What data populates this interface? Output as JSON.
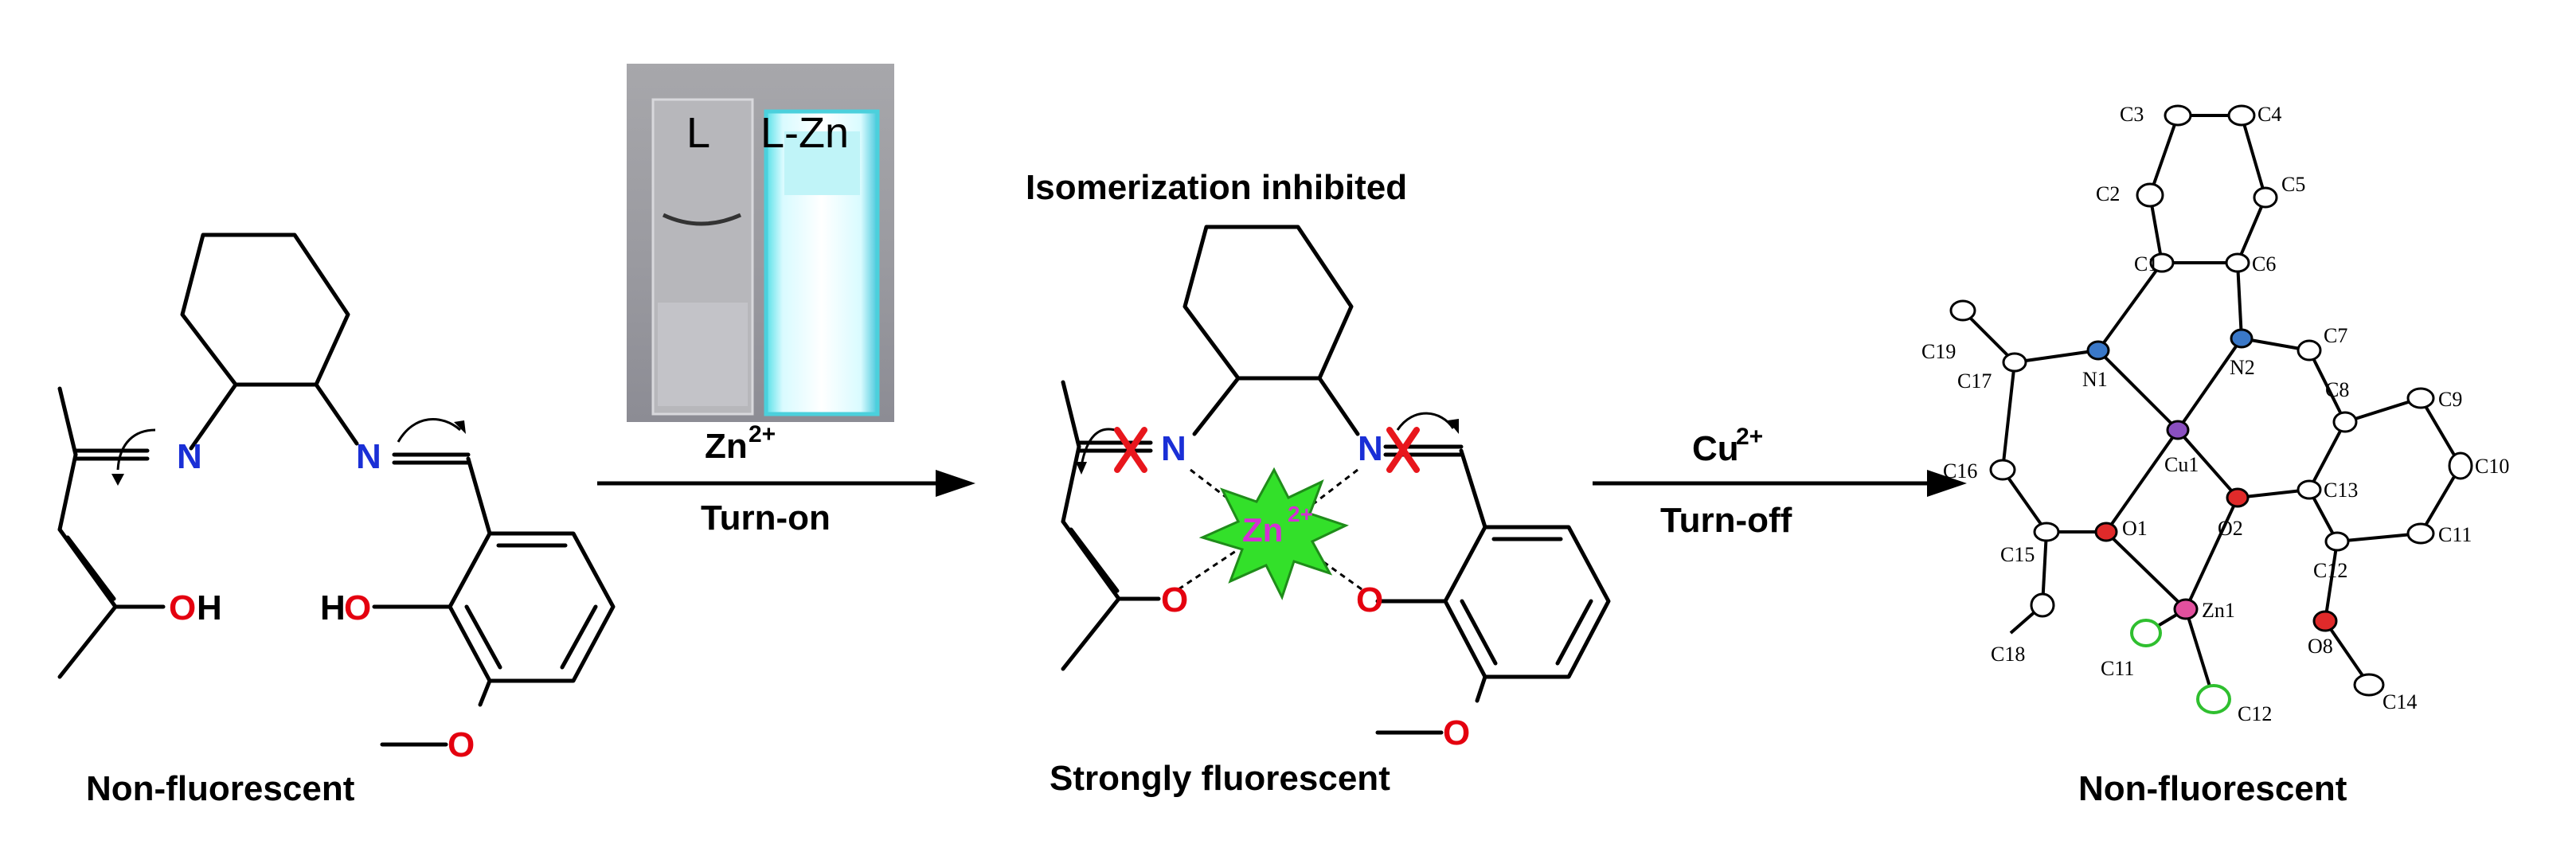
{
  "left_structure": {
    "atoms": {
      "n1": "N",
      "n2": "N",
      "oh1": "O",
      "oh1_h": "H",
      "ho2_h": "H",
      "ho2": "O",
      "ome": "O"
    },
    "caption": "Non-fluorescent"
  },
  "photo": {
    "label_left": "L",
    "label_right": "L-Zn"
  },
  "arrow1": {
    "reagent": "Zn",
    "reagent_charge": "2+",
    "condition": "Turn-on"
  },
  "middle_structure": {
    "title": "Isomerization inhibited",
    "metal": "Zn",
    "metal_charge": "2+",
    "atoms": {
      "n1": "N",
      "n2": "N",
      "o1": "O",
      "o2": "O",
      "ome": "O"
    },
    "caption": "Strongly fluorescent"
  },
  "arrow2": {
    "reagent": "Cu",
    "reagent_charge": "2+",
    "condition": "Turn-off"
  },
  "crystal_structure": {
    "labels": {
      "c1": "C1",
      "c2": "C2",
      "c3": "C3",
      "c4": "C4",
      "c5": "C5",
      "c6": "C6",
      "c7": "C7",
      "c8": "C8",
      "c9": "C9",
      "c10": "C10",
      "c11": "C11",
      "c12": "C12",
      "c13": "C13",
      "c14": "C14",
      "c15": "C15",
      "c16": "C16",
      "c17": "C17",
      "c18": "C18",
      "c19": "C19",
      "n1": "N1",
      "n2": "N2",
      "o1": "O1",
      "o2": "O2",
      "o8": "O8",
      "cu1": "Cu1",
      "zn1": "Zn1",
      "cl1": "C11",
      "cl2": "C12"
    },
    "caption": "Non-fluorescent"
  },
  "colors": {
    "nitrogen": "#1a2fd6",
    "oxygen": "#e4000f",
    "zinc_label": "#d42fd4",
    "star": "#33e02a",
    "cross": "#e8161c",
    "chlorine": "#2fbf2f",
    "copper": "#7a3fa8"
  }
}
